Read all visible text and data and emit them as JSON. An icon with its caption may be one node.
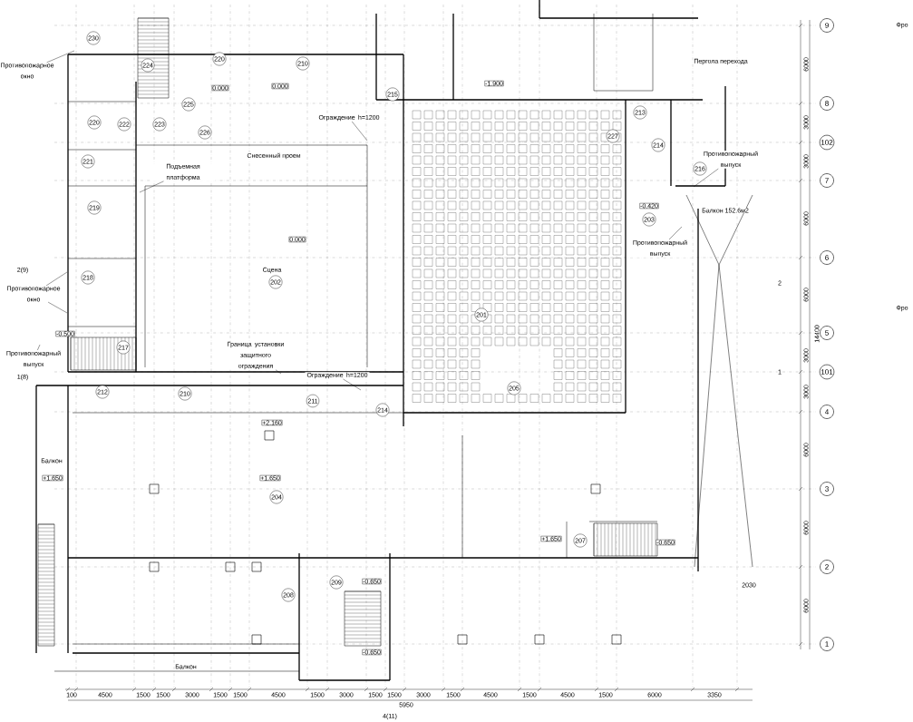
{
  "diagram": {
    "nodes": [
      {
        "text": [
          "9"
        ]
      },
      {
        "text": [
          "8"
        ]
      },
      {
        "text": [
          "102"
        ]
      },
      {
        "text": [
          "7"
        ]
      },
      {
        "text": [
          "6"
        ]
      },
      {
        "text": [
          "5"
        ]
      },
      {
        "text": [
          "101"
        ]
      },
      {
        "text": [
          "4"
        ]
      },
      {
        "text": [
          "3"
        ]
      },
      {
        "text": [
          "2"
        ]
      },
      {
        "text": [
          "1"
        ]
      },
      {
        "text": [
          "Противопожарное окно"
        ]
      },
      {
        "text": [
          "Противопожарное окно"
        ]
      },
      {
        "text": [
          "Противопожарный выпуск"
        ]
      },
      {
        "text": [
          "Противопожарный выпуск"
        ]
      },
      {
        "text": [
          "Противопожарный выпуск"
        ]
      },
      {
        "text": [
          "Подъемная платформа"
        ]
      },
      {
        "text": [
          "Ограждение h=1200"
        ]
      },
      {
        "text": [
          "Ограждение h=1200"
        ]
      },
      {
        "text": [
          "Граница установки защитного ограждения"
        ]
      },
      {
        "text": [
          "230"
        ]
      },
      {
        "text": [
          "224"
        ]
      },
      {
        "text": [
          "220"
        ]
      },
      {
        "text": [
          "210"
        ]
      },
      {
        "text": [
          "215"
        ]
      },
      {
        "text": [
          "225"
        ]
      },
      {
        "text": [
          "220"
        ]
      },
      {
        "text": [
          "222"
        ]
      },
      {
        "text": [
          "223"
        ]
      },
      {
        "text": [
          "226"
        ]
      },
      {
        "text": [
          "213"
        ]
      },
      {
        "text": [
          "227"
        ]
      },
      {
        "text": [
          "214"
        ]
      },
      {
        "text": [
          "221"
        ]
      },
      {
        "text": [
          "216"
        ]
      },
      {
        "text": [
          "219"
        ]
      },
      {
        "text": [
          "203"
        ]
      },
      {
        "text": [
          "202"
        ]
      },
      {
        "text": [
          "218"
        ]
      },
      {
        "text": [
          "201"
        ]
      },
      {
        "text": [
          "217"
        ]
      },
      {
        "text": [
          "205"
        ]
      },
      {
        "text": [
          "212"
        ]
      },
      {
        "text": [
          "210"
        ]
      },
      {
        "text": [
          "211"
        ]
      },
      {
        "text": [
          "214"
        ]
      },
      {
        "text": [
          "204"
        ]
      },
      {
        "text": [
          "207"
        ]
      },
      {
        "text": [
          "208"
        ]
      },
      {
        "text": [
          "209"
        ]
      }
    ],
    "edges": [
      {
        "from": 11,
        "to": null,
        "arrow": "none"
      },
      {
        "from": 12,
        "to": null,
        "arrow": "none"
      },
      {
        "from": 12,
        "to": null,
        "arrow": "none"
      },
      {
        "from": 13,
        "to": null,
        "arrow": "none"
      },
      {
        "from": 14,
        "to": null,
        "arrow": "none"
      },
      {
        "from": 15,
        "to": null,
        "arrow": "none"
      },
      {
        "from": 16,
        "to": null,
        "arrow": "none"
      },
      {
        "from": 17,
        "to": null,
        "arrow": "none"
      },
      {
        "from": 18,
        "to": null,
        "arrow": "none"
      },
      {
        "from": 19,
        "to": null,
        "arrow": "none"
      }
    ],
    "labels": [
      "Фро",
      "Пергола перехода",
      "0.000",
      "0.000",
      "-1.900",
      "Снесенный проем",
      "Балкон 152.6м2",
      "-0.420",
      "0.000",
      "Сцена",
      "Фро",
      "2(9)",
      "2",
      "-0.500",
      "1(8)",
      "1",
      "+2.160",
      "Балкон",
      "+1.650",
      "+1.650",
      "+1.650",
      "-0.650",
      "-0.650",
      "-0.650",
      "2030",
      "Балкон",
      "100",
      "4500",
      "1500",
      "1500",
      "3000",
      "1500",
      "1500",
      "4500",
      "1500",
      "3000",
      "1500",
      "1500",
      "3000",
      "1500",
      "4500",
      "1500",
      "4500",
      "1500",
      "6000",
      "3350",
      "5950",
      "4(11)",
      "6000",
      "3000",
      "3000",
      "6000",
      "6000",
      "14400",
      "3000",
      "3000",
      "6000",
      "6000",
      "6000"
    ]
  }
}
